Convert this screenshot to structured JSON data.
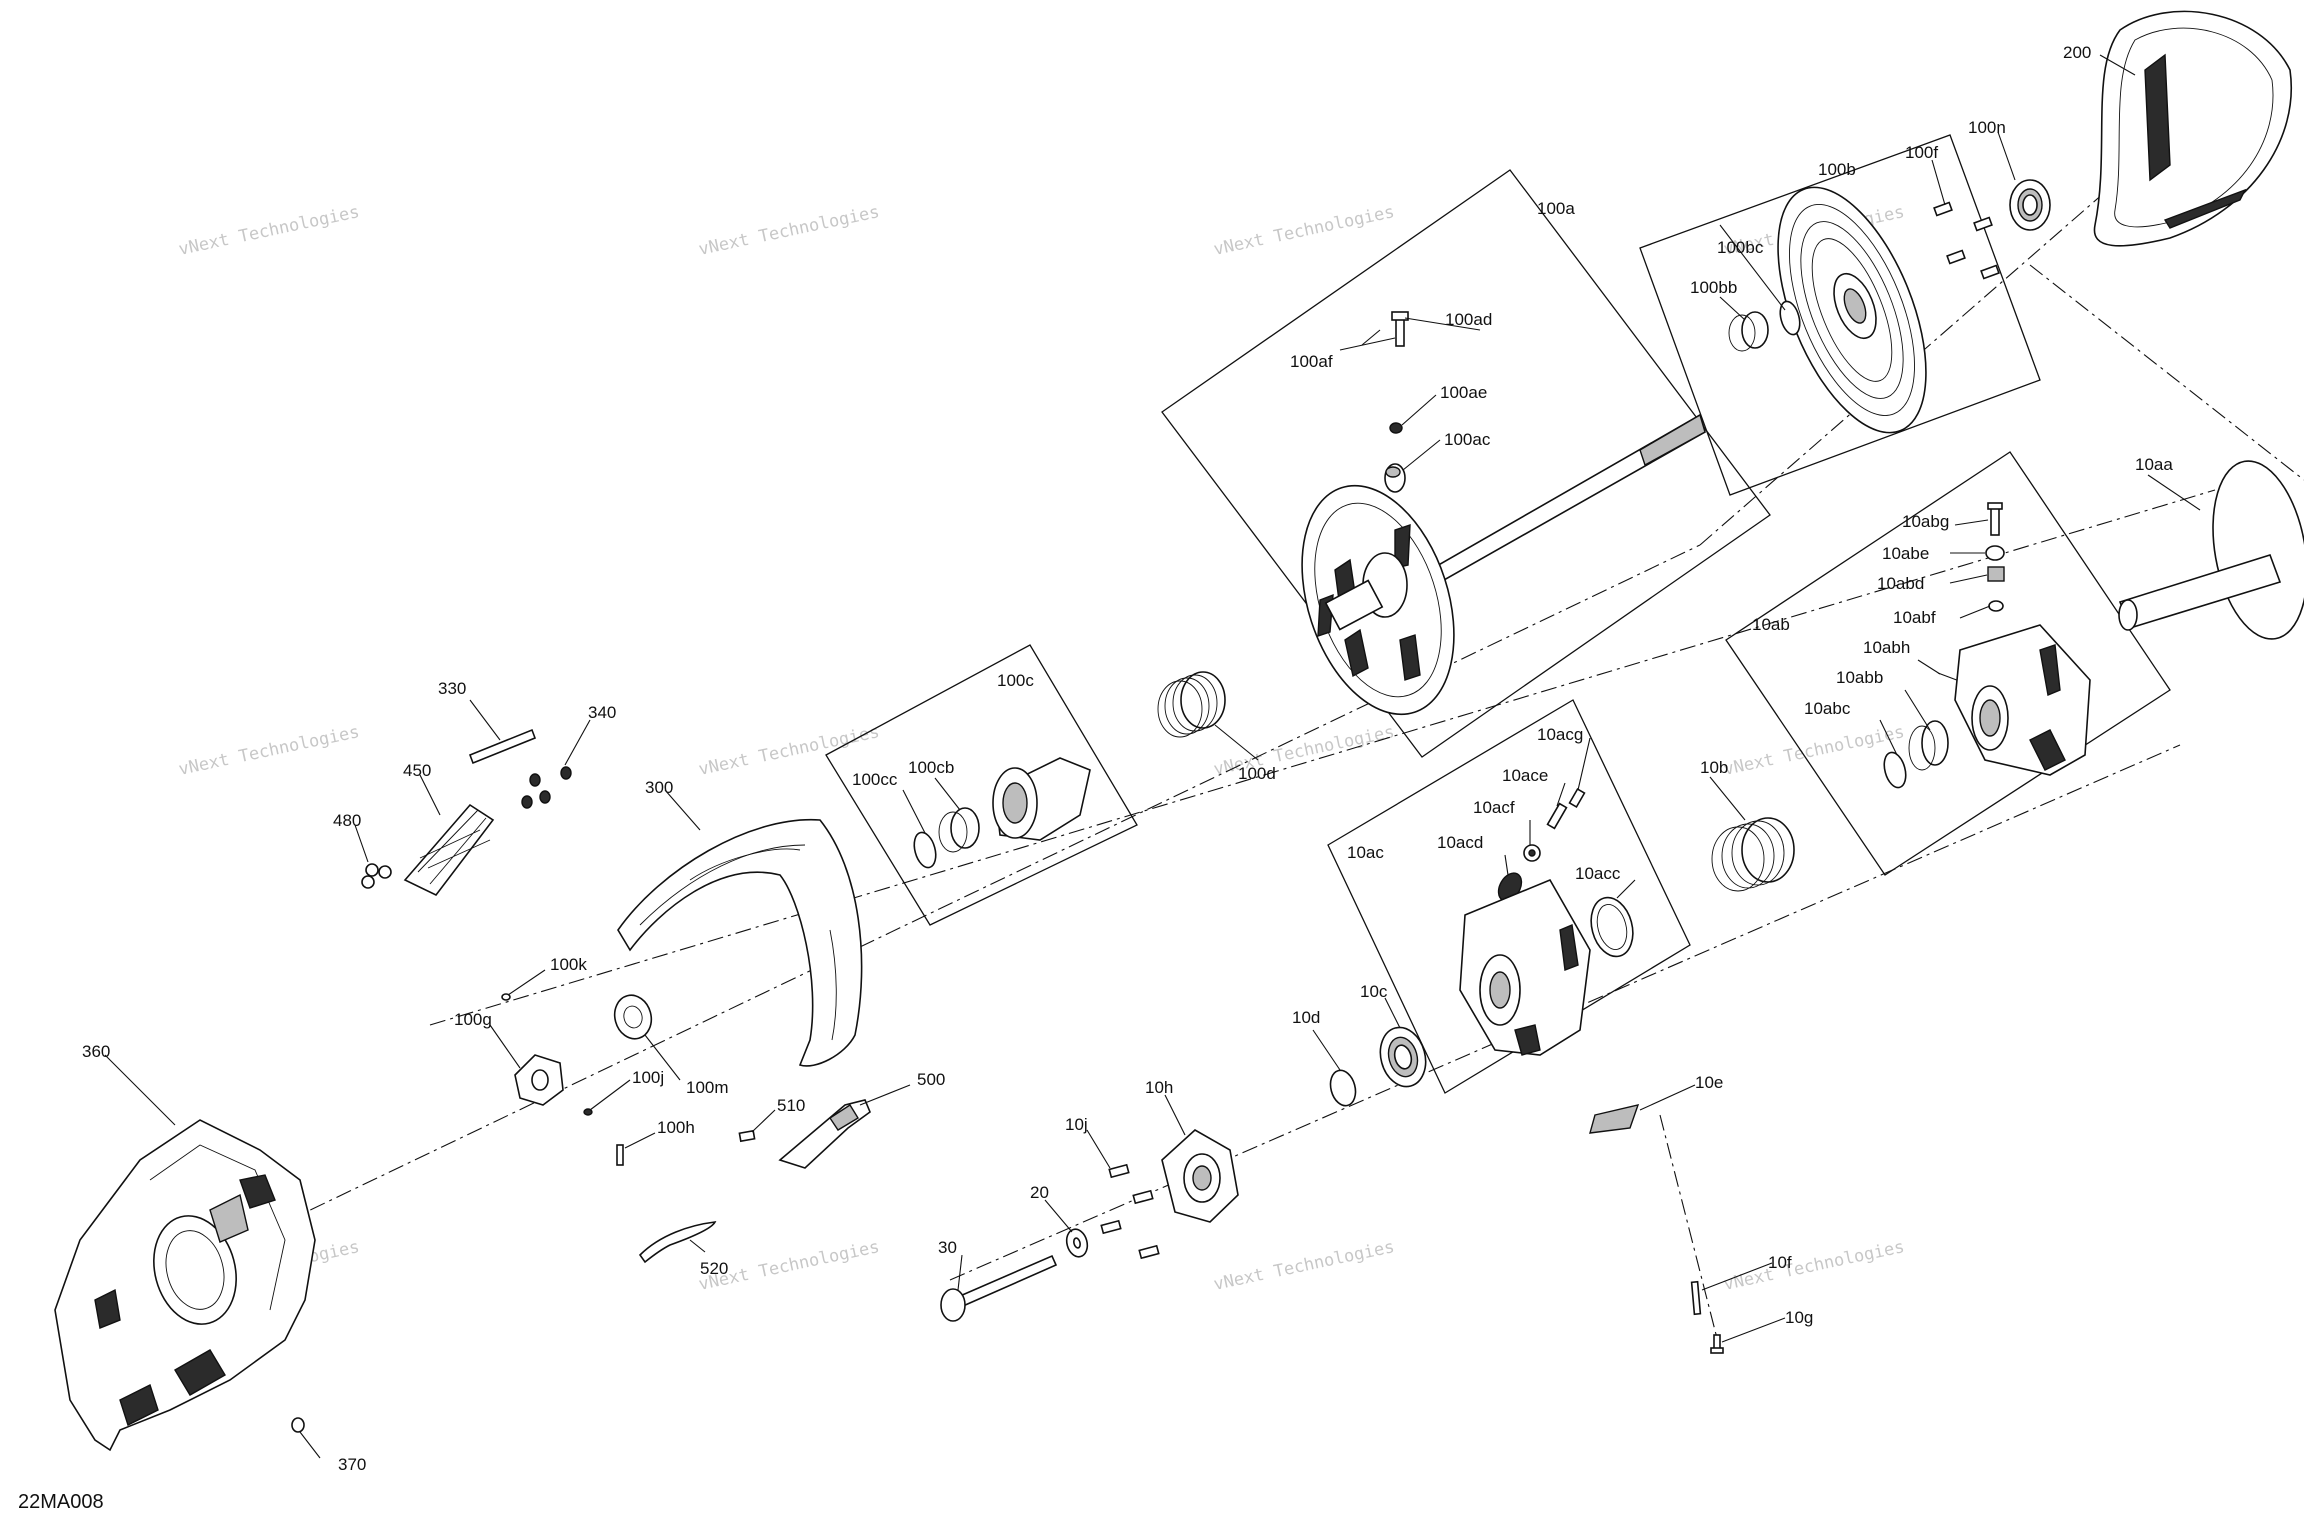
{
  "figure_id": "22MA008",
  "watermark": {
    "line1": "vNext Technologies",
    "line2": "vNext\nTechnologies"
  },
  "callouts": {
    "p200": "200",
    "p100n": "100n",
    "p100f": "100f",
    "p100b": "100b",
    "p100bc": "100bc",
    "p100bb": "100bb",
    "p100a": "100a",
    "p100ad": "100ad",
    "p100af": "100af",
    "p100ae": "100ae",
    "p100ac": "100ac",
    "p10aa": "10aa",
    "p10abg": "10abg",
    "p10abe": "10abe",
    "p10abd": "10abd",
    "p10abf": "10abf",
    "p10ab": "10ab",
    "p10abh": "10abh",
    "p10abb": "10abb",
    "p10abc": "10abc",
    "p10acg": "10acg",
    "p10ace": "10ace",
    "p10acf": "10acf",
    "p10ac": "10ac",
    "p10acd": "10acd",
    "p10acc": "10acc",
    "p10b": "10b",
    "p100c": "100c",
    "p100cc": "100cc",
    "p100cb": "100cb",
    "p100d": "100d",
    "p330": "330",
    "p340": "340",
    "p450": "450",
    "p480": "480",
    "p300": "300",
    "p100k": "100k",
    "p100g": "100g",
    "p100j": "100j",
    "p100m": "100m",
    "p100h": "100h",
    "p360": "360",
    "p370": "370",
    "p510": "510",
    "p500": "500",
    "p520": "520",
    "p10d": "10d",
    "p10c": "10c",
    "p10h": "10h",
    "p10j": "10j",
    "p20": "20",
    "p30": "30",
    "p10e": "10e",
    "p10f": "10f",
    "p10g": "10g"
  },
  "colors": {
    "line": "#111111",
    "watermark": "#9a9a9a",
    "background": "#ffffff"
  }
}
